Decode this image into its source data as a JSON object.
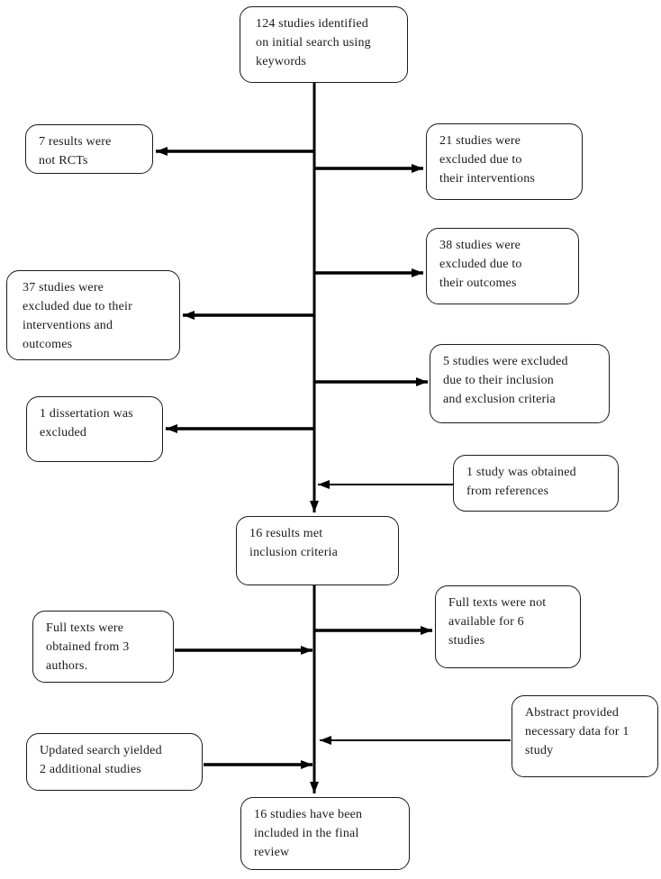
{
  "diagram": {
    "type": "flowchart",
    "description": "Study selection flow diagram (PRISMA-style)"
  },
  "colors": {
    "line": "#000000",
    "box_border": "#1b1b1b",
    "background": "#ffffff",
    "text": "#1a1a1a"
  },
  "boxes": {
    "identified": {
      "text": "124 studies identified\non initial search using\nkeywords"
    },
    "not_rcts": {
      "text": "7 results were\nnot RCTs"
    },
    "excluded_interventions": {
      "text": "21 studies were\nexcluded due to\ntheir interventions"
    },
    "excluded_outcomes": {
      "text": "38 studies were\nexcluded due to\ntheir outcomes"
    },
    "excluded_interventions_outcomes": {
      "text": "37 studies were\nexcluded due to their\ninterventions and\noutcomes"
    },
    "excluded_criteria": {
      "text": "5 studies were excluded\ndue to their inclusion\nand exclusion criteria"
    },
    "dissertation_excluded": {
      "text": "1 dissertation was\nexcluded"
    },
    "from_references": {
      "text": "1 study was obtained\nfrom references"
    },
    "met_inclusion": {
      "text": "16 results met\ninclusion criteria"
    },
    "full_texts_unavailable": {
      "text": "Full texts were not\navailable for 6\nstudies"
    },
    "full_texts_obtained": {
      "text": "Full texts were\nobtained from 3\nauthors."
    },
    "abstract_data": {
      "text": "Abstract provided\nnecessary data for 1\nstudy"
    },
    "updated_search": {
      "text": "Updated search yielded\n2 additional studies"
    },
    "final_included": {
      "text": "16 studies have been\nincluded in the final\nreview"
    }
  }
}
